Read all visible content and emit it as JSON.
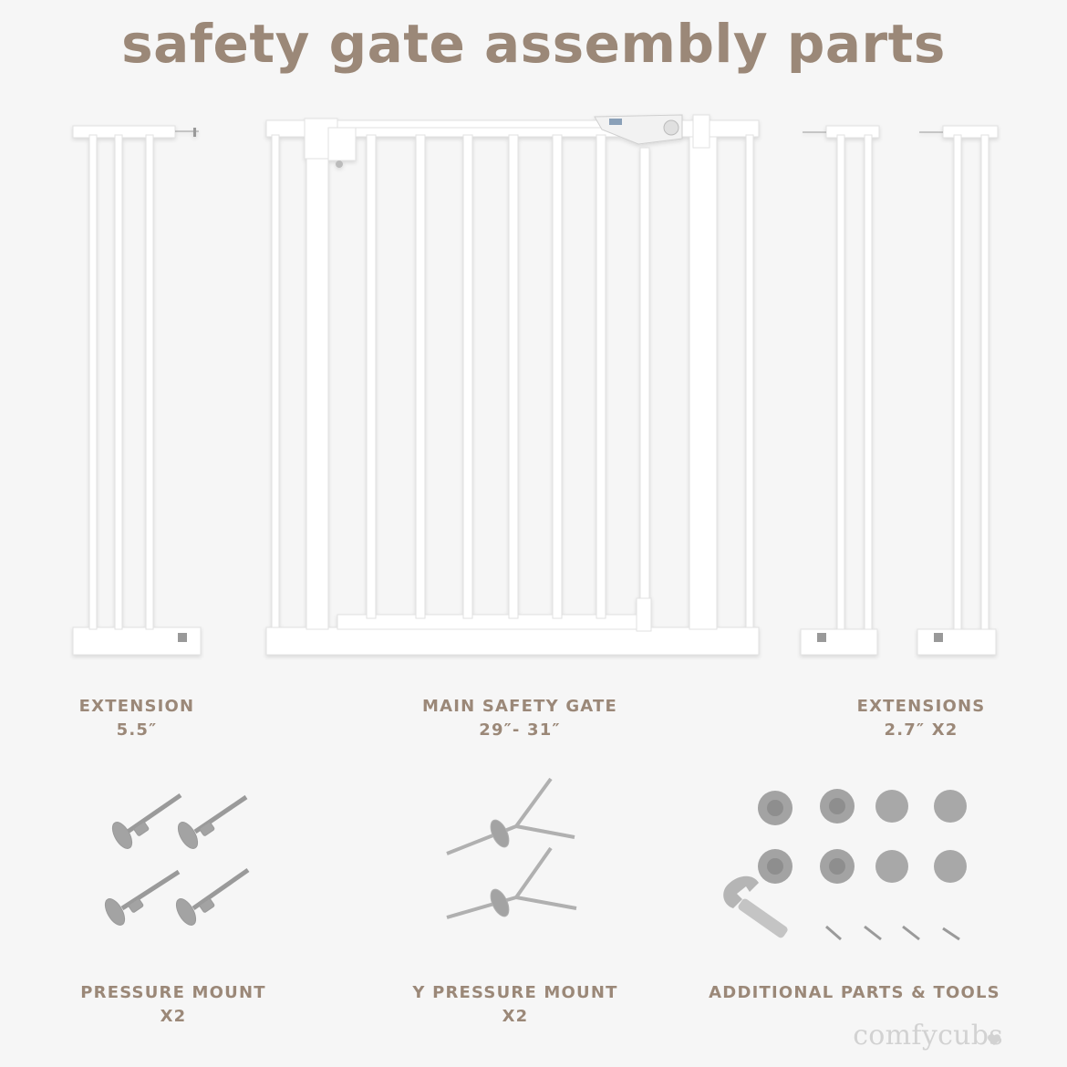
{
  "title": "safety gate assembly parts",
  "labels": {
    "extension": {
      "line1": "EXTENSION",
      "line2": "5.5″"
    },
    "main_gate": {
      "line1": "MAIN SAFETY GATE",
      "line2": "29″- 31″"
    },
    "extensions": {
      "line1": "EXTENSIONS",
      "line2": "2.7″ X2"
    },
    "pressure_mount": {
      "line1": "PRESSURE MOUNT",
      "line2": "X2"
    },
    "y_pressure_mount": {
      "line1": "Y PRESSURE MOUNT",
      "line2": "X2"
    },
    "additional": {
      "line1": "ADDITIONAL PARTS & TOOLS",
      "line2": ""
    }
  },
  "brand": "comfycubs",
  "colors": {
    "accent": "#9b8878",
    "gate": "#ffffff",
    "metal": "#9a9a9a",
    "background": "#f6f6f6"
  },
  "icons": [
    "heart-icon"
  ]
}
